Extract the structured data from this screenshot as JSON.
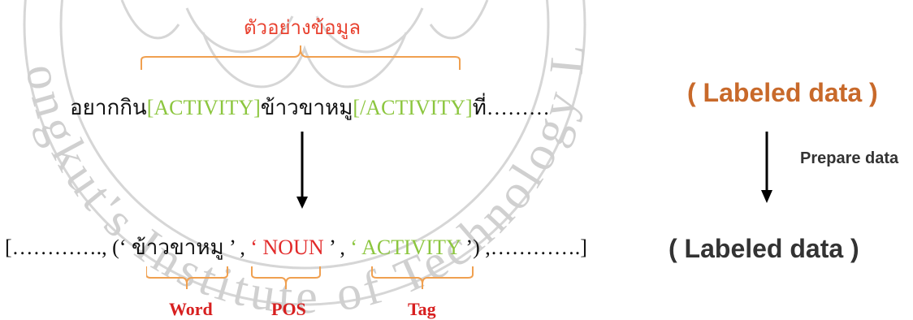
{
  "top_label": "ตัวอย่างข้อมูล",
  "sentence": {
    "part1": "อยากกิน",
    "tag_open": "[ACTIVITY]",
    "entity": "ข้าวขาหมู",
    "tag_close": "[/ACTIVITY]",
    "part2": "ที่………"
  },
  "tuple": {
    "prefix": "[…………., (‘ ",
    "word": "ข้าวขาหมู",
    "sep1": " ’ , ",
    "pos_open": "‘ ",
    "pos": "NOUN",
    "pos_close": " ’",
    "sep2": " , ",
    "tag_open": "‘ ",
    "tag": "ACTIVITY",
    "tag_close": " ’",
    "suffix": ") ,………….]"
  },
  "brace_labels": {
    "word": "Word",
    "pos": "POS",
    "tag": "Tag"
  },
  "right_panel": {
    "top": "( Labeled data )",
    "arrow_label": "Prepare data",
    "bottom": "( Labeled data )"
  },
  "colors": {
    "green": "#8cc63f",
    "red": "#e22b2b",
    "orange": "#f0a050",
    "watermark": "#cfcfcf"
  },
  "watermark_text": "ongkut's Institute of Technology Lad"
}
